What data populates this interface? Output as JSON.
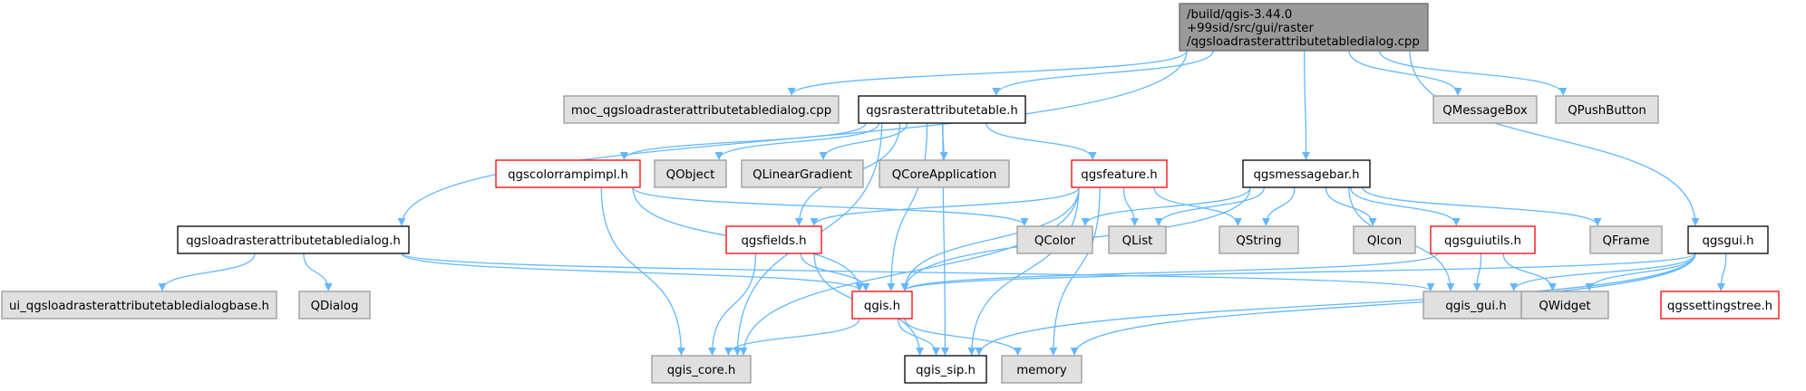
{
  "graph": {
    "colors": {
      "edge": "#63b8ff",
      "root_fill": "#999999",
      "root_stroke": "#666666",
      "documented_fill": "#ffffff",
      "documented_stroke": "#000000",
      "highlight_stroke": "#ff0000",
      "external_fill": "#e0e0e0",
      "external_stroke": "#999999"
    },
    "nodes": [
      {
        "id": "root",
        "kind": "root",
        "label": [
          "/build/qgis-3.44.0",
          "+99sid/src/gui/raster",
          "/qgsloadrasterattributetabledialog.cpp"
        ]
      },
      {
        "id": "moc",
        "kind": "external",
        "label": [
          "moc_qgsloadrasterattributetabledialog.cpp"
        ]
      },
      {
        "id": "rat",
        "kind": "documented",
        "label": [
          "qgsrasterattributetable.h"
        ]
      },
      {
        "id": "msgbox",
        "kind": "external",
        "label": [
          "QMessageBox"
        ]
      },
      {
        "id": "pushbtn",
        "kind": "external",
        "label": [
          "QPushButton"
        ]
      },
      {
        "id": "colorramp",
        "kind": "highlight",
        "label": [
          "qgscolorrampimpl.h"
        ]
      },
      {
        "id": "qobject",
        "kind": "external",
        "label": [
          "QObject"
        ]
      },
      {
        "id": "qlineargradient",
        "kind": "external",
        "label": [
          "QLinearGradient"
        ]
      },
      {
        "id": "qcoreapp",
        "kind": "external",
        "label": [
          "QCoreApplication"
        ]
      },
      {
        "id": "feature",
        "kind": "highlight",
        "label": [
          "qgsfeature.h"
        ]
      },
      {
        "id": "msgbar",
        "kind": "documented",
        "label": [
          "qgsmessagebar.h"
        ]
      },
      {
        "id": "dialogh",
        "kind": "documented",
        "label": [
          "qgsloadrasterattributetabledialog.h"
        ]
      },
      {
        "id": "fields",
        "kind": "highlight",
        "label": [
          "qgsfields.h"
        ]
      },
      {
        "id": "qcolor",
        "kind": "external",
        "label": [
          "QColor"
        ]
      },
      {
        "id": "qlist",
        "kind": "external",
        "label": [
          "QList"
        ]
      },
      {
        "id": "qstring",
        "kind": "external",
        "label": [
          "QString"
        ]
      },
      {
        "id": "qicon",
        "kind": "external",
        "label": [
          "QIcon"
        ]
      },
      {
        "id": "guiutils",
        "kind": "highlight",
        "label": [
          "qgsguiutils.h"
        ]
      },
      {
        "id": "qframe",
        "kind": "external",
        "label": [
          "QFrame"
        ]
      },
      {
        "id": "qgsgui",
        "kind": "documented",
        "label": [
          "qgsgui.h"
        ]
      },
      {
        "id": "uibase",
        "kind": "external",
        "label": [
          "ui_qgsloadrasterattributetabledialogbase.h"
        ]
      },
      {
        "id": "qdialog",
        "kind": "external",
        "label": [
          "QDialog"
        ]
      },
      {
        "id": "qgish",
        "kind": "highlight",
        "label": [
          "qgis.h"
        ]
      },
      {
        "id": "qgisgui",
        "kind": "external",
        "label": [
          "qgis_gui.h"
        ]
      },
      {
        "id": "qwidget",
        "kind": "external",
        "label": [
          "QWidget"
        ]
      },
      {
        "id": "settingstree",
        "kind": "highlight",
        "label": [
          "qgssettingstree.h"
        ]
      },
      {
        "id": "qgiscore",
        "kind": "external",
        "label": [
          "qgis_core.h"
        ]
      },
      {
        "id": "qgissip",
        "kind": "documented",
        "label": [
          "qgis_sip.h"
        ]
      },
      {
        "id": "memory",
        "kind": "external",
        "label": [
          "memory"
        ]
      }
    ],
    "edges": [
      [
        "root",
        "dialogh"
      ],
      [
        "root",
        "moc"
      ],
      [
        "root",
        "rat"
      ],
      [
        "root",
        "msgbar"
      ],
      [
        "root",
        "qgsgui"
      ],
      [
        "root",
        "msgbox"
      ],
      [
        "root",
        "pushbtn"
      ],
      [
        "dialogh",
        "uibase"
      ],
      [
        "dialogh",
        "qdialog"
      ],
      [
        "dialogh",
        "qgish"
      ],
      [
        "dialogh",
        "qgisgui"
      ],
      [
        "rat",
        "qgiscore"
      ],
      [
        "rat",
        "fields"
      ],
      [
        "rat",
        "colorramp"
      ],
      [
        "rat",
        "qobject"
      ],
      [
        "rat",
        "qlineargradient"
      ],
      [
        "rat",
        "qcoreapp"
      ],
      [
        "rat",
        "feature"
      ],
      [
        "rat",
        "qgish"
      ],
      [
        "rat",
        "qgissip"
      ],
      [
        "colorramp",
        "qcolor"
      ],
      [
        "colorramp",
        "qgish"
      ],
      [
        "colorramp",
        "qgiscore"
      ],
      [
        "feature",
        "fields"
      ],
      [
        "feature",
        "qgiscore"
      ],
      [
        "feature",
        "qlist"
      ],
      [
        "feature",
        "qstring"
      ],
      [
        "feature",
        "qgish"
      ],
      [
        "feature",
        "qgissip"
      ],
      [
        "feature",
        "memory"
      ],
      [
        "fields",
        "qgish"
      ],
      [
        "fields",
        "qgiscore"
      ],
      [
        "fields",
        "qgissip"
      ],
      [
        "msgbar",
        "qcolor"
      ],
      [
        "msgbar",
        "qlist"
      ],
      [
        "msgbar",
        "qstring"
      ],
      [
        "msgbar",
        "qicon"
      ],
      [
        "msgbar",
        "guiutils"
      ],
      [
        "msgbar",
        "qframe"
      ],
      [
        "msgbar",
        "qgisgui"
      ],
      [
        "msgbar",
        "qgish"
      ],
      [
        "guiutils",
        "qgisgui"
      ],
      [
        "guiutils",
        "qwidget"
      ],
      [
        "guiutils",
        "qgish"
      ],
      [
        "qgsgui",
        "qgisgui"
      ],
      [
        "qgsgui",
        "qwidget"
      ],
      [
        "qgsgui",
        "settingstree"
      ],
      [
        "qgsgui",
        "qgish"
      ],
      [
        "qgsgui",
        "qgissip"
      ],
      [
        "qgsgui",
        "memory"
      ],
      [
        "qgish",
        "qgiscore"
      ],
      [
        "qgish",
        "qgissip"
      ],
      [
        "qgish",
        "memory"
      ]
    ]
  }
}
